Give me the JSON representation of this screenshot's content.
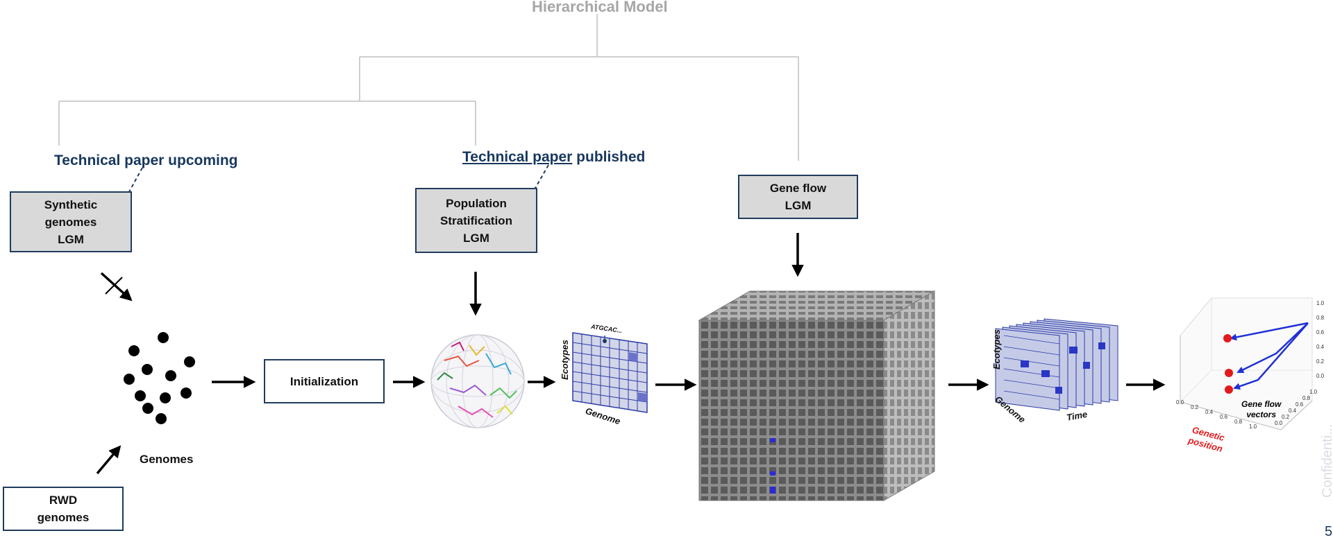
{
  "header": {
    "title": "Hierarchical Model"
  },
  "notes": {
    "upcoming": "Technical paper upcoming",
    "published_link": "Technical paper",
    "published_rest": " published"
  },
  "boxes": {
    "synthetic": [
      "Synthetic",
      "genomes",
      "LGM"
    ],
    "popstrat": [
      "Population",
      "Stratification",
      "LGM"
    ],
    "geneflow": [
      "Gene flow",
      "LGM"
    ],
    "initialization": "Initialization",
    "rwd": [
      "RWD",
      "genomes"
    ]
  },
  "labels": {
    "genomes": "Genomes",
    "ecotypes": "Ecotypes",
    "genome": "Genome",
    "atgc": "ATGCAC...",
    "time": "Time",
    "gene_flow_vectors": [
      "Gene flow",
      "vectors"
    ],
    "genetic_position": [
      "Genetic",
      "position"
    ]
  },
  "plot3d": {
    "x_ticks": [
      "0.0",
      "0.2",
      "0.4",
      "0.6",
      "0.8",
      "1.0"
    ],
    "y_ticks": [
      "0.0",
      "0.2",
      "0.4",
      "0.6",
      "0.8",
      "1.0"
    ],
    "z_ticks": [
      "0.0",
      "0.2",
      "0.4",
      "0.6",
      "0.8",
      "1.0"
    ]
  },
  "footer": {
    "confidential": "Confidenti...",
    "page_number": "5"
  },
  "colors": {
    "navy": "#1f3b5c",
    "box_fill": "#d9d9d9",
    "tree_line": "#bfbfbf",
    "note_text": "#17375e",
    "vector_blue": "#1f2fd6",
    "point_red": "#e31a1c"
  },
  "icons": [
    "arrow-icon",
    "crossed-arrow-icon",
    "dot-cluster-icon",
    "sphere-icon",
    "grid-matrix-icon",
    "cube-icon",
    "stacked-grids-icon",
    "scatter-3d-icon"
  ]
}
